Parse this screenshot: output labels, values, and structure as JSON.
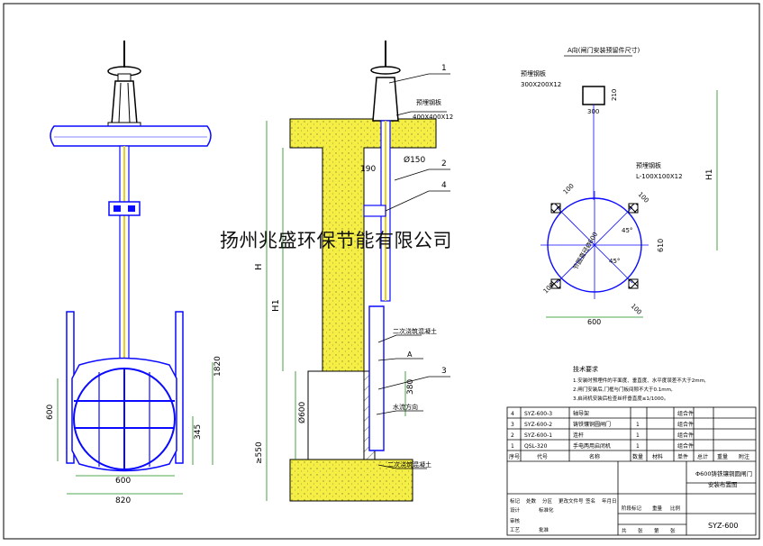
{
  "watermark": "扬州兆盛环保节能有限公司",
  "colors": {
    "line": "#0a0aff",
    "dim": "#1a8a1a",
    "concrete": "#f5ef45",
    "stem": "#e6d21a",
    "hatch": "#6a6a6a",
    "black": "#000000"
  },
  "front_view": {
    "dims": {
      "height_1820": "1820",
      "d600": "600",
      "d345": "345",
      "w600": "600",
      "w820": "820"
    }
  },
  "side_view": {
    "labels": {
      "plate": "预埋钢板",
      "plate_size": "400X400X12",
      "d150": "Ø150",
      "d190": "190",
      "H": "H",
      "H1": "H1",
      "H_ge550": "≥550",
      "d380": "380",
      "d600": "Ø600",
      "A": "A",
      "concrete_top": "二次浇筑混凝土",
      "concrete_bottom": "二次浇筑混凝土",
      "water_flow": "水流方向"
    },
    "callouts": [
      "1",
      "2",
      "4",
      "3"
    ]
  },
  "top_view": {
    "title": "A向(闸门安装预留件尺寸)",
    "labels": {
      "embed_plate": "预埋钢板",
      "embed_plate_size": "300X200X12",
      "d300": "300",
      "d210": "210",
      "H1": "H1",
      "embed_plate2": "预埋钢板",
      "embed_plate2_size": "L-100X100X12",
      "d100a": "100",
      "d100b": "100",
      "d100c": "100",
      "d100d": "100",
      "pcd": "节圆直径Ø600",
      "ang45a": "45°",
      "ang45b": "45°",
      "d610": "610",
      "d600": "600"
    }
  },
  "notes": {
    "title": "技术要求",
    "lines": [
      "1.安装时预埋件的平面度、垂直度、水平度误差不大于2mm,",
      "2.闸门安装后,门框与门板间隙不大于0.1mm,",
      "3.启闭机安装后检查丝杆垂直度≤1/1000。"
    ]
  },
  "bom": {
    "rows": [
      {
        "no": "4",
        "code": "SYZ-600-3",
        "name": "轴导架",
        "qty": "",
        "material": "组合件"
      },
      {
        "no": "3",
        "code": "SYZ-600-2",
        "name": "铸铁镶铜圆闸门",
        "qty": "1",
        "material": "组合件"
      },
      {
        "no": "2",
        "code": "SYZ-600-1",
        "name": "连杆",
        "qty": "1",
        "material": "组合件"
      },
      {
        "no": "1",
        "code": "QSL-320",
        "name": "手电两用启闭机",
        "qty": "1",
        "material": "组合件"
      }
    ],
    "header": {
      "no": "序号",
      "code": "代号",
      "name": "名称",
      "qty": "数量",
      "material": "材料",
      "single": "单件",
      "total": "总计",
      "weight": "重量",
      "remark": "附注"
    }
  },
  "title_block": {
    "drawing_title_1": "Φ600铸铁镶铜圆闸门",
    "drawing_title_2": "安装布置图",
    "drawing_no": "SYZ-600",
    "row_labels": [
      "标记",
      "处数",
      "分区",
      "更改文件号",
      "签名",
      "年月日"
    ],
    "sign_labels": [
      "设计",
      "标准化",
      "审核",
      "工艺",
      "批准"
    ],
    "stage_labels": [
      "阶段标记",
      "重量",
      "比例"
    ],
    "sheet_labels": [
      "共",
      "张",
      "第",
      "张"
    ]
  }
}
